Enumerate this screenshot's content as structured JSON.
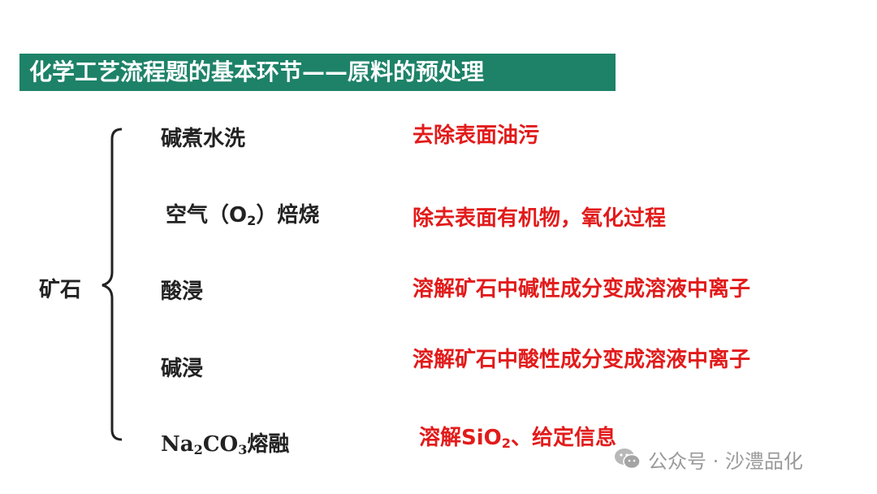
{
  "title": "化学工艺流程题的基本环节——原料的预处理",
  "root": "矿石",
  "steps": [
    {
      "label": "碱煮水洗",
      "desc": "去除表面油污"
    },
    {
      "label_pre": "空气（O",
      "label_sub": "2",
      "label_post": "）焙烧",
      "desc": "除去表面有机物，氧化过程"
    },
    {
      "label": "酸浸",
      "desc": "溶解矿石中碱性成分变成溶液中离子"
    },
    {
      "label": "碱浸",
      "desc": "溶解矿石中酸性成分变成溶液中离子"
    },
    {
      "label_na": "Na",
      "label_sub1": "2",
      "label_co": "CO",
      "label_sub2": "3",
      "label_post": "熔融",
      "desc_pre": "溶解SiO",
      "desc_sub": "2",
      "desc_post": "、给定信息"
    }
  ],
  "watermark": "公众号 · 沙澧品化",
  "colors": {
    "title_bg": "#1d8268",
    "desc_text": "#e21b1b",
    "watermark": "#9a9a9a"
  }
}
